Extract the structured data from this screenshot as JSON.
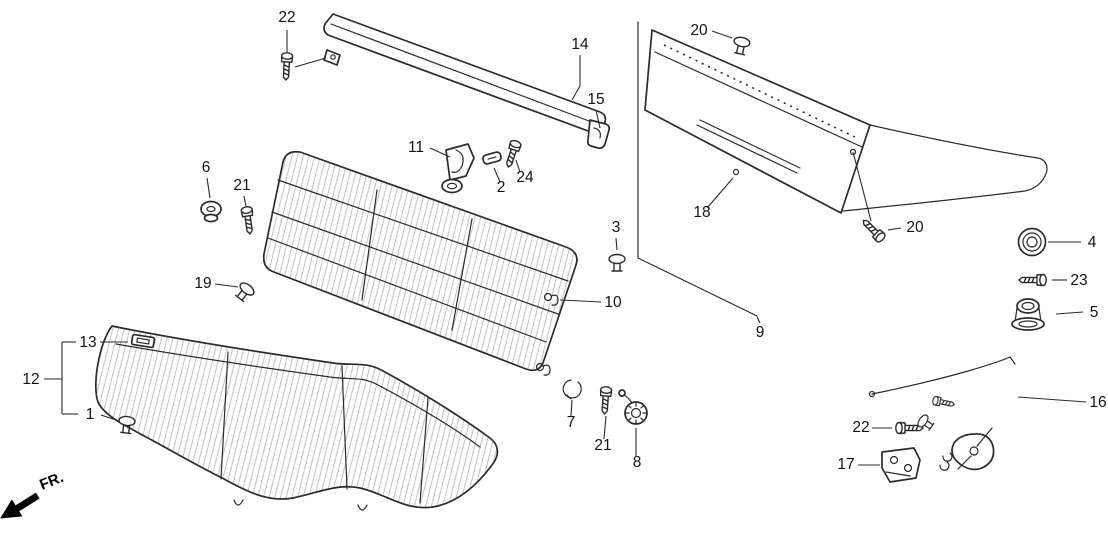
{
  "diagram": {
    "fr_label": "FR.",
    "callouts": [
      {
        "id": "22-top-left",
        "text": "22"
      },
      {
        "id": "14",
        "text": "14"
      },
      {
        "id": "15",
        "text": "15"
      },
      {
        "id": "20-top",
        "text": "20"
      },
      {
        "id": "11",
        "text": "11"
      },
      {
        "id": "2",
        "text": "2"
      },
      {
        "id": "24",
        "text": "24"
      },
      {
        "id": "6",
        "text": "6"
      },
      {
        "id": "21-left",
        "text": "21"
      },
      {
        "id": "3",
        "text": "3"
      },
      {
        "id": "18",
        "text": "18"
      },
      {
        "id": "20-right",
        "text": "20"
      },
      {
        "id": "4",
        "text": "4"
      },
      {
        "id": "23",
        "text": "23"
      },
      {
        "id": "5",
        "text": "5"
      },
      {
        "id": "19",
        "text": "19"
      },
      {
        "id": "10",
        "text": "10"
      },
      {
        "id": "9",
        "text": "9"
      },
      {
        "id": "13",
        "text": "13"
      },
      {
        "id": "12",
        "text": "12"
      },
      {
        "id": "1",
        "text": "1"
      },
      {
        "id": "7",
        "text": "7"
      },
      {
        "id": "21-bottom",
        "text": "21"
      },
      {
        "id": "8",
        "text": "8"
      },
      {
        "id": "16",
        "text": "16"
      },
      {
        "id": "22-right",
        "text": "22"
      },
      {
        "id": "17",
        "text": "17"
      }
    ]
  }
}
